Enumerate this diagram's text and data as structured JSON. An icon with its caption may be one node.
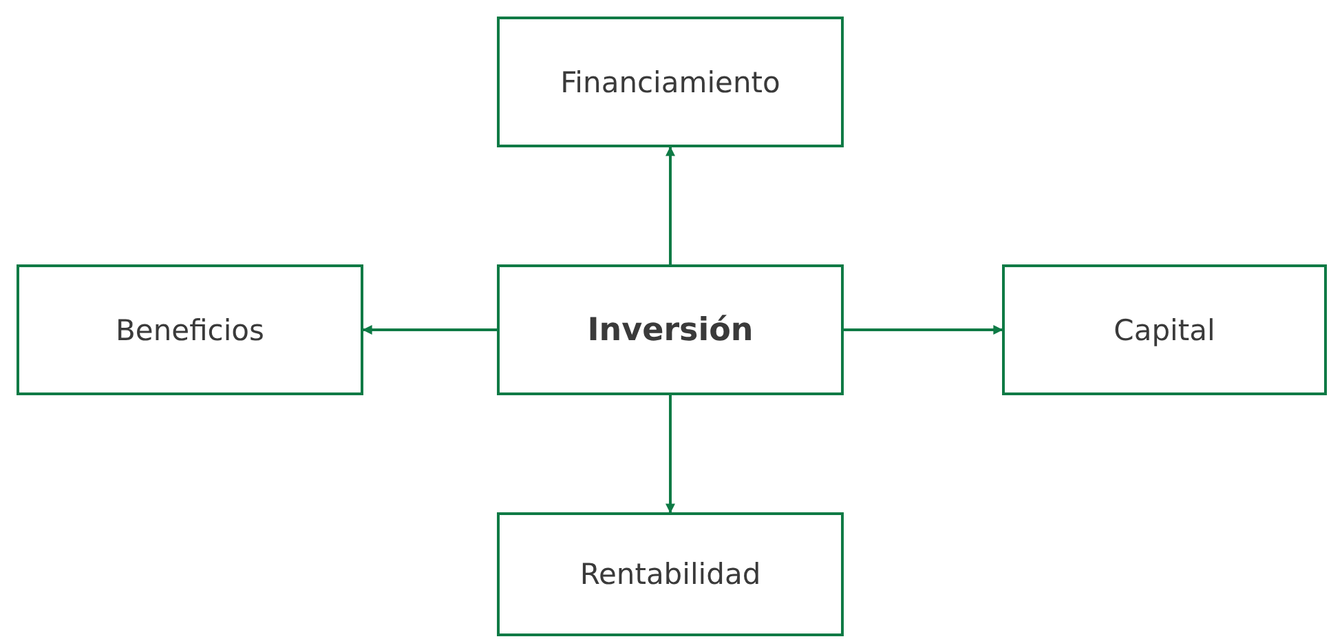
{
  "diagram": {
    "nodes": [
      {
        "text": [
          "Financiamiento"
        ]
      },
      {
        "text": [
          "Beneficios"
        ]
      },
      {
        "text": [
          "Inversión"
        ]
      },
      {
        "text": [
          "Capital"
        ]
      },
      {
        "text": [
          "Rentabilidad"
        ]
      }
    ],
    "edges": [
      {
        "from": 2,
        "to": 0,
        "arrow": "to"
      },
      {
        "from": 2,
        "to": 1,
        "arrow": "to"
      },
      {
        "from": 2,
        "to": 3,
        "arrow": "to"
      },
      {
        "from": 2,
        "to": 4,
        "arrow": "to"
      }
    ]
  }
}
